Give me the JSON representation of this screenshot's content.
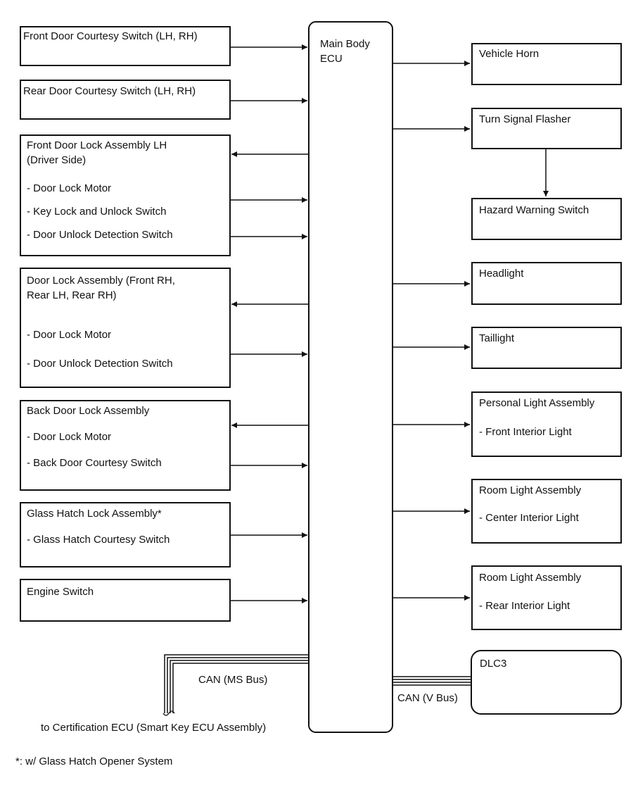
{
  "ecu": {
    "line1": "Main Body",
    "line2": "ECU"
  },
  "left": {
    "front_courtesy": "Front Door Courtesy Switch (LH, RH)",
    "rear_courtesy": "Rear Door Courtesy Switch (LH, RH)",
    "front_lock": {
      "title1": "Front Door Lock Assembly LH",
      "title2": "(Driver Side)",
      "items": [
        "- Door Lock Motor",
        "- Key Lock and Unlock Switch",
        "- Door Unlock Detection Switch"
      ]
    },
    "door_lock": {
      "title1": "Door Lock Assembly (Front RH,",
      "title2": "Rear LH, Rear RH)",
      "items": [
        "- Door Lock Motor",
        "- Door Unlock Detection Switch"
      ]
    },
    "back_door": {
      "title": "Back Door Lock Assembly",
      "items": [
        "- Door Lock Motor",
        "- Back Door Courtesy Switch"
      ]
    },
    "glass_hatch": {
      "title": "Glass Hatch Lock Assembly*",
      "items": [
        "- Glass Hatch Courtesy Switch"
      ]
    },
    "engine_switch": "Engine Switch"
  },
  "right": {
    "horn": "Vehicle Horn",
    "flasher": "Turn Signal Flasher",
    "hazard": "Hazard Warning Switch",
    "headlight": "Headlight",
    "taillight": "Taillight",
    "personal": {
      "title": "Personal Light Assembly",
      "item": "- Front Interior Light"
    },
    "room_center": {
      "title": "Room Light Assembly",
      "item": "- Center Interior Light"
    },
    "room_rear": {
      "title": "Room Light Assembly",
      "item": "- Rear Interior Light"
    },
    "dlc3": "DLC3"
  },
  "bus": {
    "can_ms": "CAN (MS Bus)",
    "can_v": "CAN (V Bus)",
    "cert_ecu": "to Certification ECU (Smart Key ECU Assembly)"
  },
  "footnote": "*: w/ Glass Hatch Opener System"
}
